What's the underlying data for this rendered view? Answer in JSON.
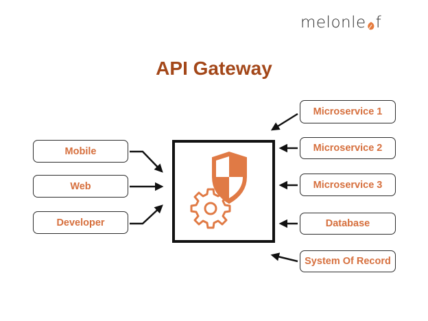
{
  "logo": {
    "text_before": "melonle",
    "text_after": "f",
    "leaf_icon": "leaf-icon",
    "leaf_color": "#e57a3c"
  },
  "title": "API Gateway",
  "colors": {
    "title": "#a34719",
    "label": "#d66f3d",
    "icon": "#e07a45",
    "stroke": "#111111"
  },
  "clients": [
    {
      "label": "Mobile"
    },
    {
      "label": "Web"
    },
    {
      "label": "Developer"
    }
  ],
  "services": [
    {
      "label": "Microservice 1"
    },
    {
      "label": "Microservice 2"
    },
    {
      "label": "Microservice 3"
    },
    {
      "label": "Database"
    },
    {
      "label": "System Of Record"
    }
  ],
  "gateway": {
    "icons": [
      "shield-icon",
      "gear-icon"
    ]
  }
}
